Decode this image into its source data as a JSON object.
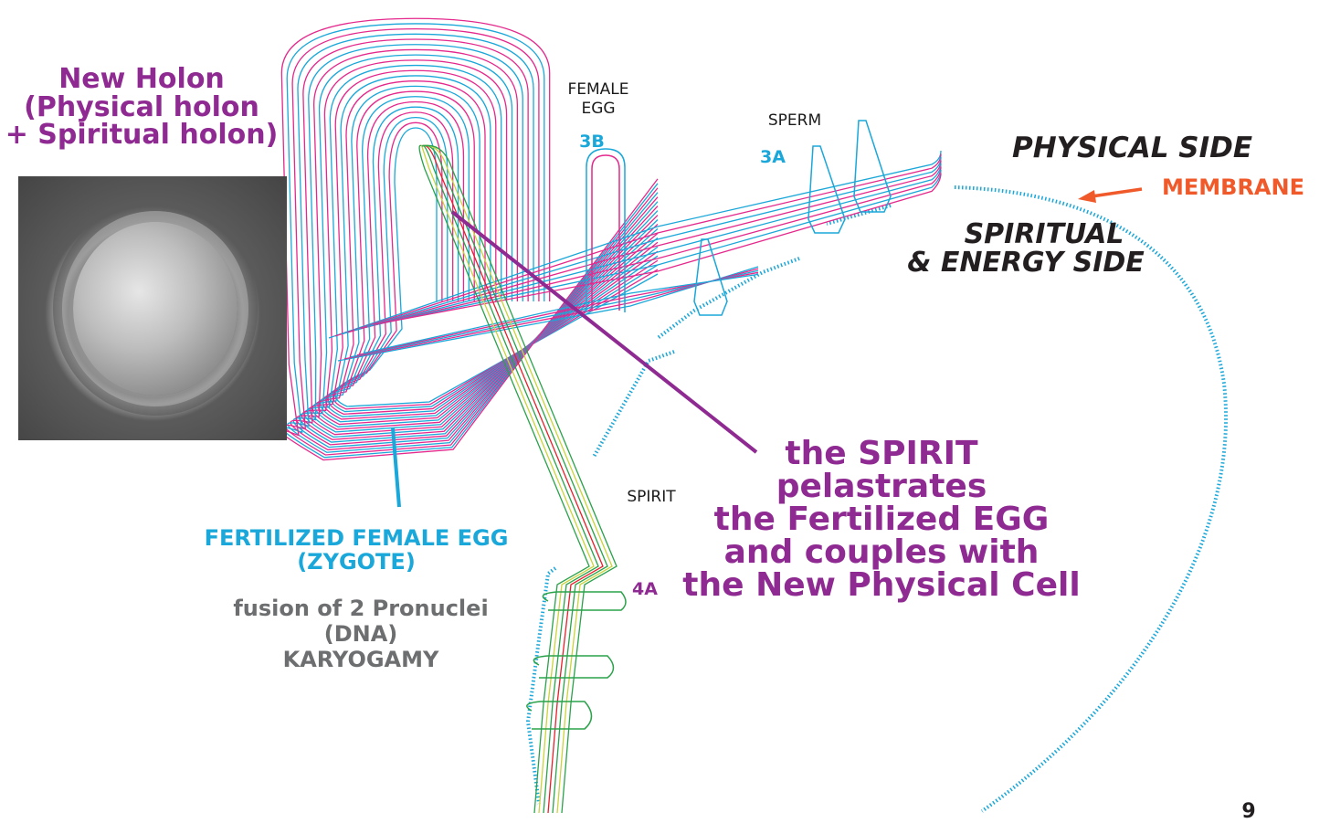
{
  "title": {
    "line1": "New Holon",
    "line2": "(Physical holon",
    "line3": "+ Spiritual holon)"
  },
  "labels": {
    "female_egg_1": "FEMALE",
    "female_egg_2": "EGG",
    "code_3b": "3B",
    "sperm": "SPERM",
    "code_3a": "3A",
    "physical_side": "PHYSICAL SIDE",
    "membrane": "MEMBRANE",
    "spiritual_1": "SPIRITUAL",
    "spiritual_2": "& ENERGY SIDE",
    "spirit": "SPIRIT",
    "code_4a": "4A"
  },
  "zygote": {
    "line1": "FERTILIZED FEMALE EGG",
    "line2": "(ZYGOTE)"
  },
  "fusion": {
    "line1": "fusion of 2 Pronuclei",
    "line2": "(DNA)",
    "line3": "KARYOGAMY"
  },
  "spirit_caption": {
    "line1": "the SPIRIT",
    "line2": "pelastrates",
    "line3": "the Fertilized EGG",
    "line4": "and couples with",
    "line5": "the New Physical Cell"
  },
  "page_number": "9",
  "colors": {
    "purple": "#8e2a91",
    "cyan": "#1aa7d9",
    "magenta": "#e4288c",
    "green": "#2aa24a",
    "yellow": "#c9d33a",
    "red": "#e8202a",
    "orange": "#f05a2a",
    "gray": "#6d6e70"
  }
}
